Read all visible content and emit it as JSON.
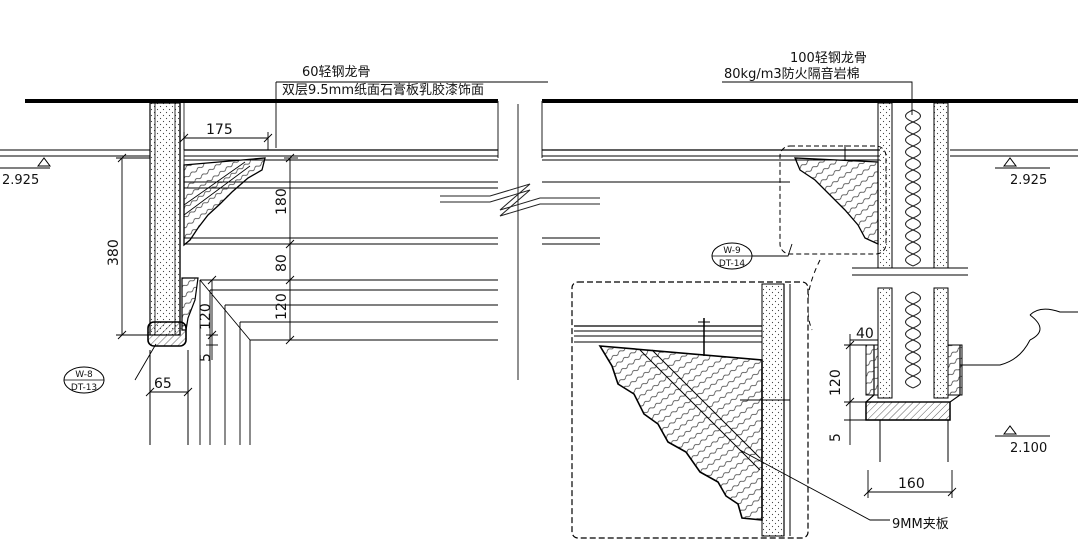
{
  "annotations": {
    "left_stud": "60轻钢龙骨",
    "left_board": "双层9.5mm纸面石膏板乳胶漆饰面",
    "right_stud": "100轻钢龙骨",
    "right_insulation": "80kg/m3防火隔音岩棉",
    "plywood": "9MM夹板"
  },
  "levels": {
    "left": "2.925",
    "right": "2.925",
    "lower_right": "2.100"
  },
  "dimensions": {
    "d175": "175",
    "d380": "380",
    "d180": "180",
    "d80": "80",
    "d120_left": "120",
    "d120_mid": "120",
    "d5_left": "5",
    "d65": "65",
    "d40": "40",
    "d120_right": "120",
    "d5_right": "5",
    "d160": "160"
  },
  "detail_tags": {
    "w8_top": "W-8",
    "w8_bottom": "DT-13",
    "w9_top": "W-9",
    "w9_bottom": "DT-14"
  }
}
